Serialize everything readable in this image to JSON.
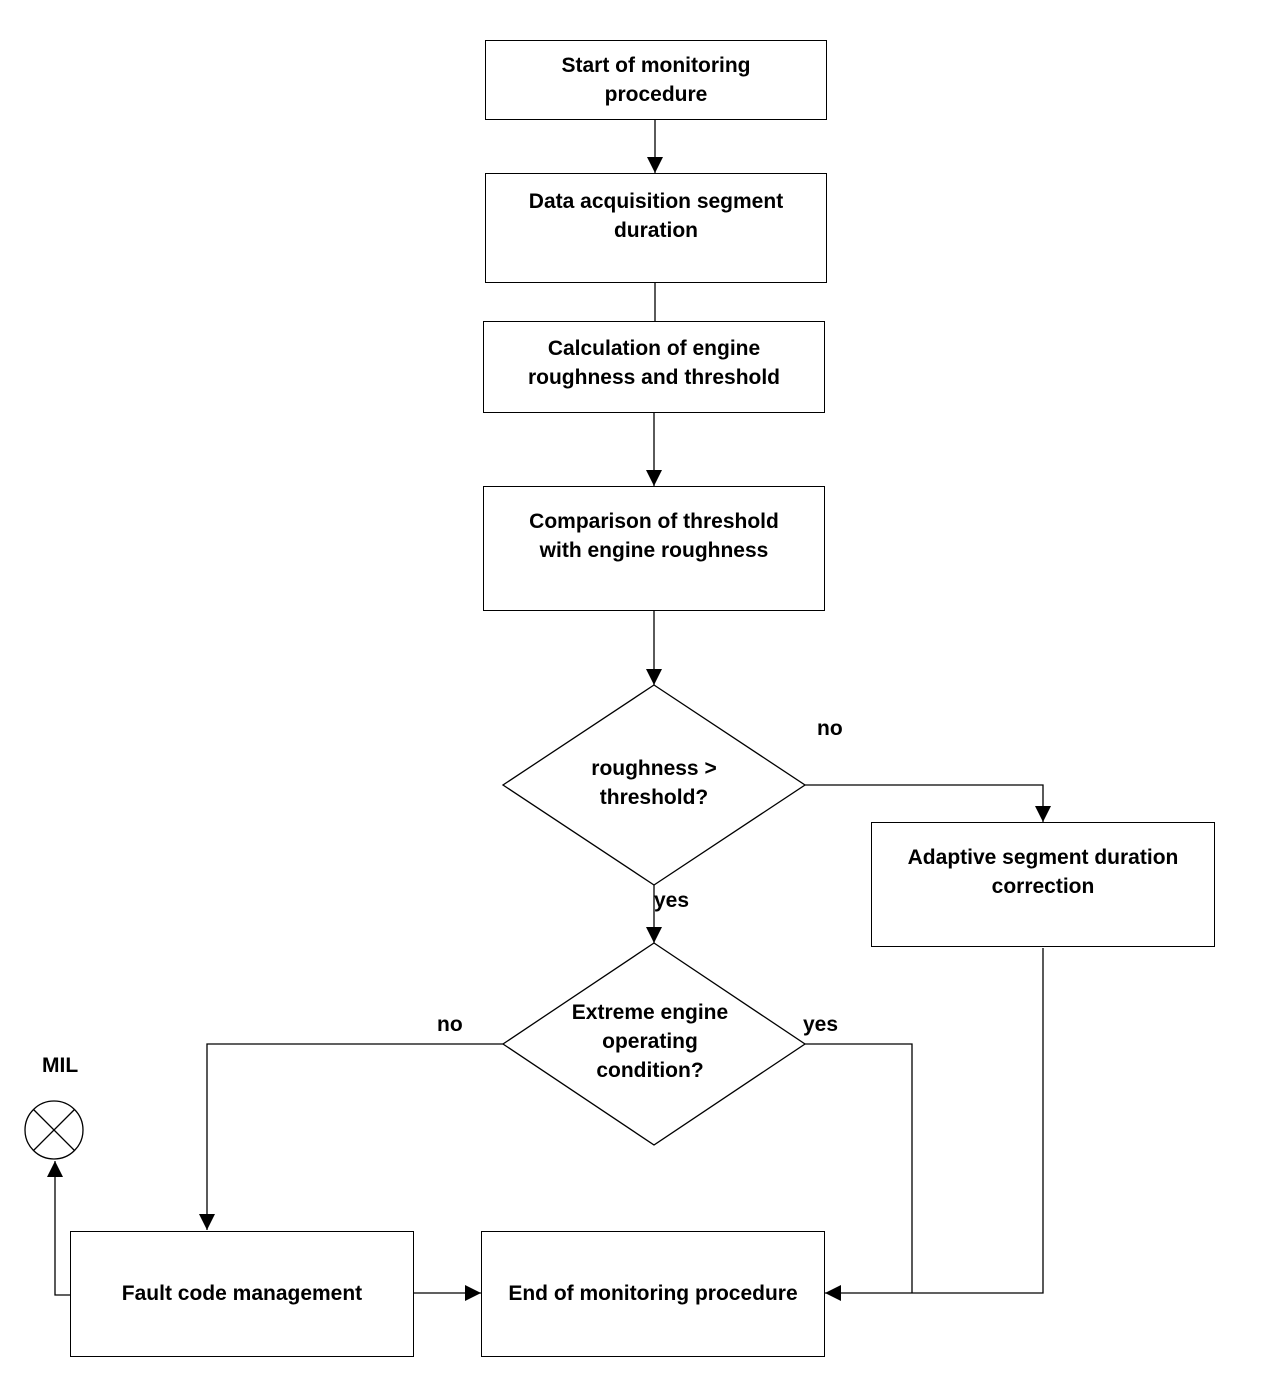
{
  "nodes": {
    "start": [
      "Start of monitoring",
      "procedure"
    ],
    "acquisition": [
      "Data acquisition segment",
      "duration"
    ],
    "calculation": [
      "Calculation of engine",
      "roughness and threshold"
    ],
    "comparison": [
      "Comparison of threshold",
      "with engine roughness"
    ],
    "decision_roughness": [
      "roughness >",
      "threshold?"
    ],
    "decision_extreme": [
      "Extreme engine",
      "operating",
      "condition?"
    ],
    "adaptive": [
      "Adaptive segment duration",
      "correction"
    ],
    "fault": [
      "Fault code management"
    ],
    "end": [
      "End of monitoring procedure"
    ]
  },
  "labels": {
    "no_top": "no",
    "yes_mid": "yes",
    "no_left": "no",
    "yes_right": "yes",
    "mil": "MIL"
  },
  "icons": {
    "mil_lamp": "cross-circle-icon"
  }
}
